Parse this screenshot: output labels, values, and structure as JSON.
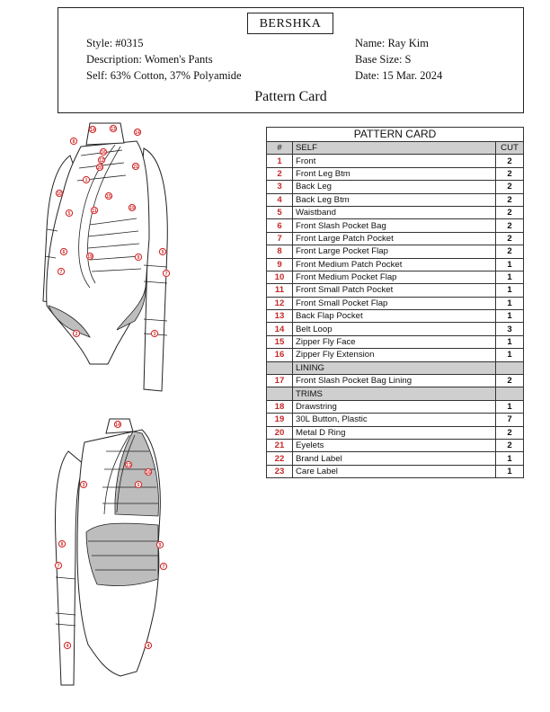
{
  "header": {
    "brand": "BERSHKA",
    "style": "Style: #0315",
    "description": "Description: Women's Pants",
    "self": "Self: 63% Cotton, 37% Polyamide",
    "name": "Name: Ray Kim",
    "base_size": "Base Size: S",
    "date": "Date: 15 Mar. 2024",
    "card_title": "Pattern Card"
  },
  "table": {
    "title": "PATTERN CARD",
    "col_num": "#",
    "col_self": "SELF",
    "col_cut": "CUT",
    "self_rows": [
      {
        "num": "1",
        "name": "Front",
        "cut": "2"
      },
      {
        "num": "2",
        "name": "Front Leg Btm",
        "cut": "2"
      },
      {
        "num": "3",
        "name": "Back Leg",
        "cut": "2"
      },
      {
        "num": "4",
        "name": "Back Leg Btm",
        "cut": "2"
      },
      {
        "num": "5",
        "name": "Waistband",
        "cut": "2"
      },
      {
        "num": "6",
        "name": "Front Slash Pocket Bag",
        "cut": "2"
      },
      {
        "num": "7",
        "name": "Front Large Patch Pocket",
        "cut": "2"
      },
      {
        "num": "8",
        "name": "Front Large Pocket Flap",
        "cut": "2"
      },
      {
        "num": "9",
        "name": "Front Medium Patch Pocket",
        "cut": "1"
      },
      {
        "num": "10",
        "name": "Front Medium Pocket Flap",
        "cut": "1"
      },
      {
        "num": "11",
        "name": "Front Small Patch Pocket",
        "cut": "1"
      },
      {
        "num": "12",
        "name": "Front Small Pocket Flap",
        "cut": "1"
      },
      {
        "num": "13",
        "name": "Back Flap Pocket",
        "cut": "1"
      },
      {
        "num": "14",
        "name": "Belt Loop",
        "cut": "3"
      },
      {
        "num": "15",
        "name": "Zipper Fly Face",
        "cut": "1"
      },
      {
        "num": "16",
        "name": "Zipper Fly Extension",
        "cut": "1"
      }
    ],
    "lining_label": "LINING",
    "lining_rows": [
      {
        "num": "17",
        "name": "Front Slash Pocket Bag Lining",
        "cut": "2"
      }
    ],
    "trims_label": "TRIMS",
    "trims_rows": [
      {
        "num": "18",
        "name": "Drawstring",
        "cut": "1"
      },
      {
        "num": "19",
        "name": "30L Button, Plastic",
        "cut": "7"
      },
      {
        "num": "20",
        "name": "Metal D Ring",
        "cut": "2"
      },
      {
        "num": "21",
        "name": "Eyelets",
        "cut": "2"
      },
      {
        "num": "22",
        "name": "Brand Label",
        "cut": "1"
      },
      {
        "num": "23",
        "name": "Care Label",
        "cut": "1"
      }
    ]
  },
  "sketches": {
    "front_markers": [
      "14",
      "13",
      "14",
      "8",
      "16",
      "12",
      "20",
      "21",
      "1",
      "15",
      "10",
      "5",
      "11",
      "19",
      "6",
      "9",
      "19",
      "9",
      "7",
      "7",
      "2",
      "3"
    ],
    "back_markers": [
      "14",
      "3",
      "13",
      "16",
      "5",
      "9",
      "8",
      "7",
      "7",
      "4",
      "4"
    ]
  },
  "colors": {
    "marker": "#d32f2f",
    "shade": "#bdbdbd",
    "table_head": "#cfcfcf"
  }
}
